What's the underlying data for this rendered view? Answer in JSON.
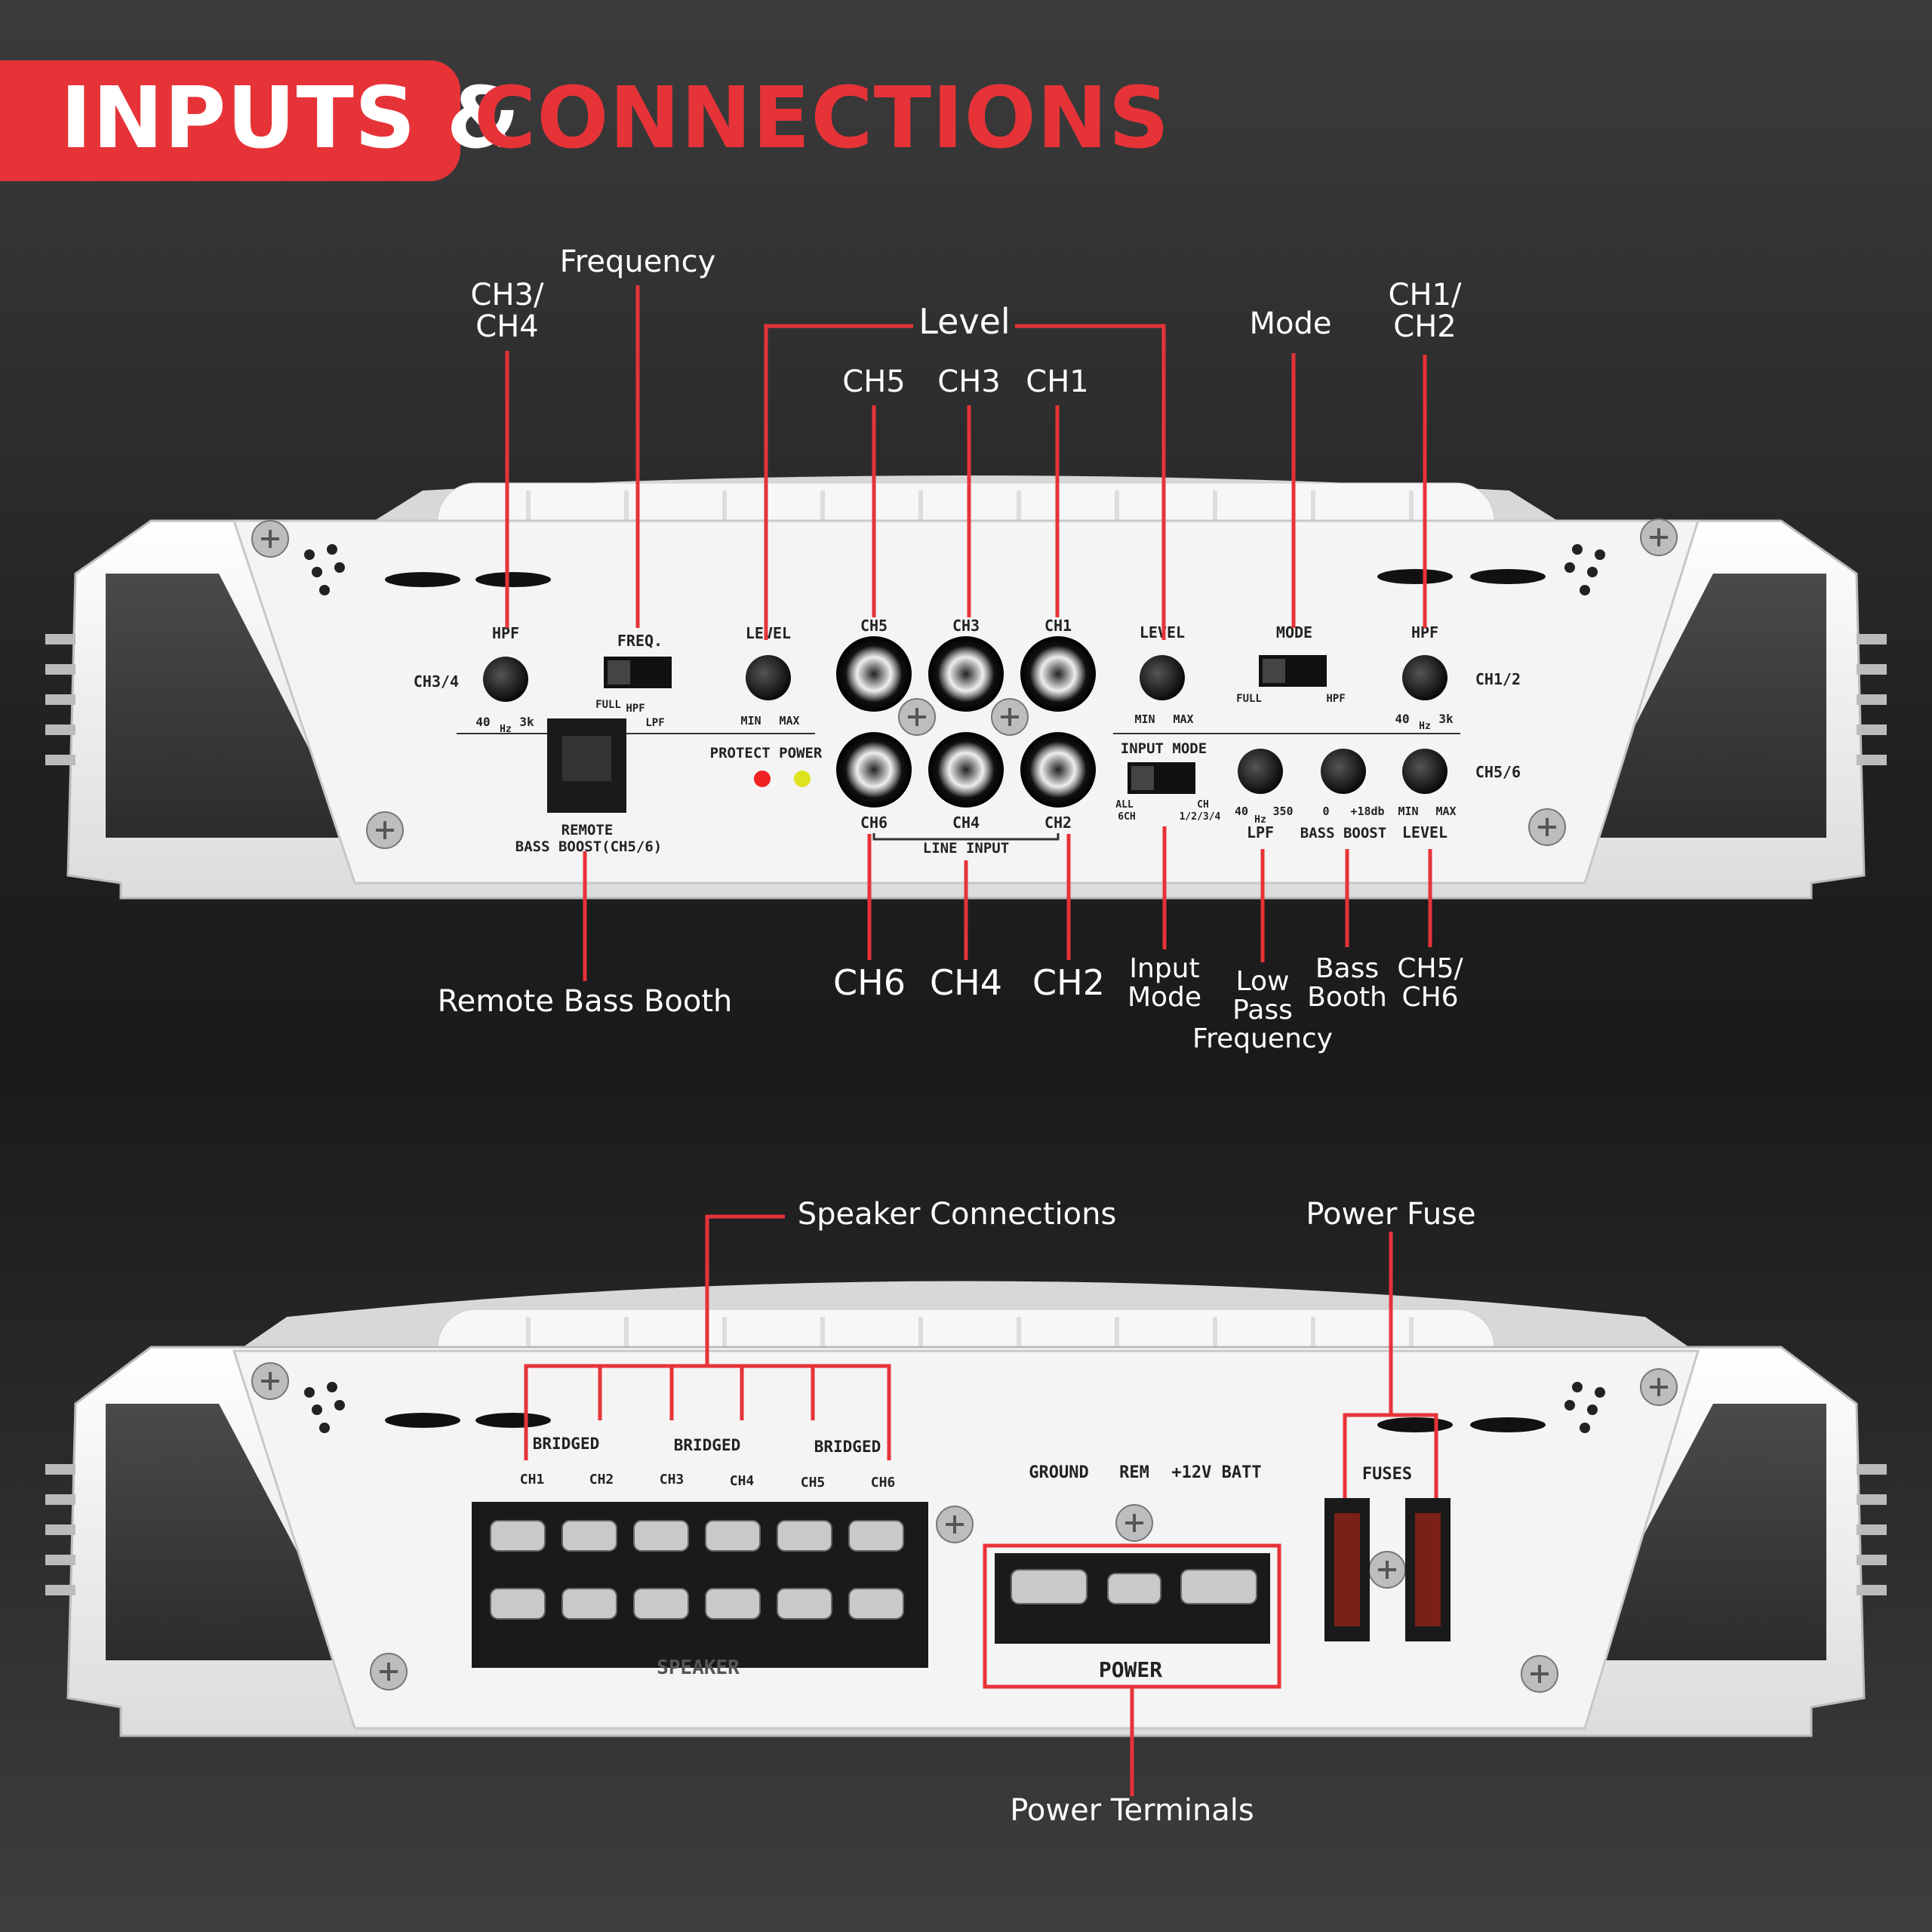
{
  "title": {
    "part1": "INPUTS &",
    "part2": "CONNECTIONS"
  },
  "callouts": {
    "ch34": "CH3/\nCH4",
    "frequency": "Frequency",
    "level": "Level",
    "ch5": "CH5",
    "ch3": "CH3",
    "ch1": "CH1",
    "mode": "Mode",
    "ch12": "CH1/\nCH2",
    "remote": "Remote Bass Booth",
    "ch6": "CH6",
    "ch4": "CH4",
    "ch2": "CH2",
    "input_mode": "Input\nMode",
    "lpf": "Low\nPass\nFrequency",
    "bass_booth": "Bass\nBooth",
    "ch56": "CH5/\nCH6",
    "speaker": "Speaker Connections",
    "power_fuse": "Power Fuse",
    "power_terminals": "Power Terminals"
  },
  "panel_top": {
    "hpf": "HPF",
    "ch34": "CH3/4",
    "hz_40": "40",
    "hz": "Hz",
    "hz_3k": "3k",
    "freq": "FREQ.",
    "full": "FULL",
    "hpf_small": "HPF",
    "lpf_small": "LPF",
    "level": "LEVEL",
    "min": "MIN",
    "max": "MAX",
    "protect_power": "PROTECT POWER",
    "remote": "REMOTE",
    "bass_boost_ch56": "BASS BOOST(CH5/6)",
    "rca_top": [
      "CH5",
      "CH3",
      "CH1"
    ],
    "rca_bottom": [
      "CH6",
      "CH4",
      "CH2"
    ],
    "line_input": "LINE INPUT",
    "mode": "MODE",
    "ch12": "CH1/2",
    "input_mode": "INPUT MODE",
    "all": "ALL",
    "six_ch": "6CH",
    "ch": "CH",
    "ch1234": "1/2/3/4",
    "lpf": "LPF",
    "hz_350": "350",
    "zero": "0",
    "plus18db": "+18db",
    "bass_boost": "BASS BOOST",
    "ch56": "CH5/6"
  },
  "panel_bottom": {
    "bridged": "BRIDGED",
    "terminals": [
      "CH1",
      "CH2",
      "CH3",
      "CH4",
      "CH5",
      "CH6"
    ],
    "speaker": "SPEAKER",
    "ground": "GROUND",
    "rem": "REM",
    "batt": "+12V BATT",
    "power": "POWER",
    "fuses": "FUSES"
  },
  "colors": {
    "accent": "#e63338",
    "panel": "#f2f2f2"
  }
}
